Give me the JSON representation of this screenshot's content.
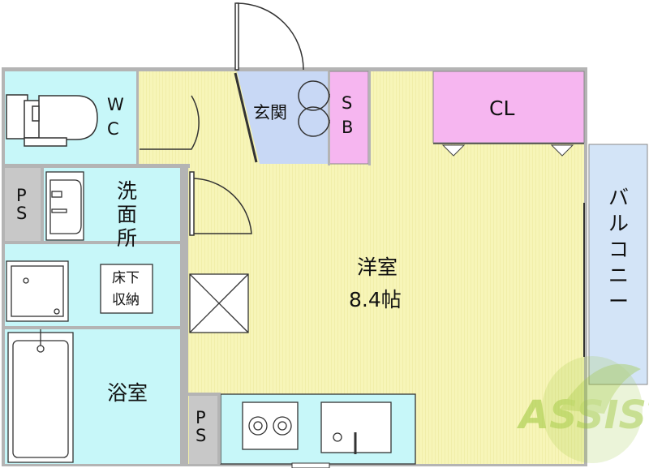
{
  "rooms": {
    "wc": {
      "label_line1": "W",
      "label_line2": "C"
    },
    "entrance": {
      "label": "玄関"
    },
    "shoe_box": {
      "label_line1": "S",
      "label_line2": "B"
    },
    "closet": {
      "label": "CL"
    },
    "washroom": {
      "label_line1": "洗",
      "label_line2": "面",
      "label_line3": "所"
    },
    "underfloor_storage": {
      "label_line1": "床下",
      "label_line2": "収納"
    },
    "ps_upper": {
      "label_line1": "P",
      "label_line2": "S"
    },
    "ps_lower": {
      "label_line1": "P",
      "label_line2": "S"
    },
    "bathroom": {
      "label": "浴室"
    },
    "western_room": {
      "label": "洋室",
      "size": "8.4帖"
    },
    "balcony": {
      "label_line1": "バ",
      "label_line2": "ル",
      "label_line3": "コ",
      "label_line4": "ニ",
      "label_line5": "ー"
    }
  },
  "watermark": {
    "text": "ASSIST"
  },
  "colors": {
    "room_yellow": "#f7f5b8",
    "wet_cyan": "#c7f7f9",
    "entrance_blue": "#c8d8f5",
    "storage_pink": "#f6b6f0",
    "balcony_blue": "#d3e4f7",
    "ps_grey": "#c8c8c8",
    "wall_grey": "#b4b4b4",
    "watermark_green": "#9cc63a"
  }
}
